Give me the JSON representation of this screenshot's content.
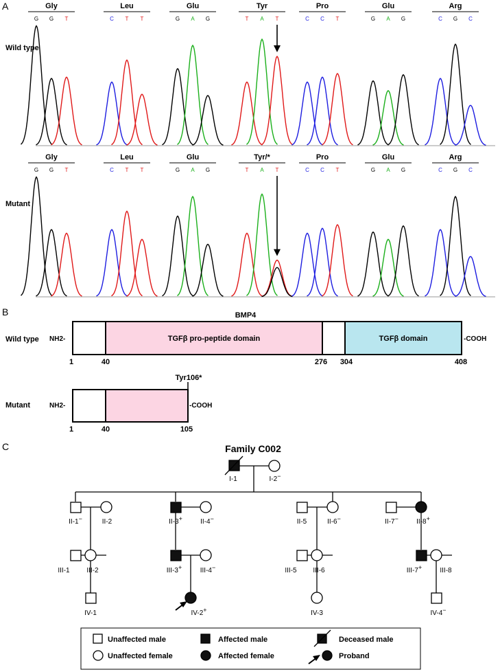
{
  "panel_a": {
    "label": "A",
    "tracks": [
      {
        "row_label": "Wild type",
        "codons": [
          {
            "aa": "Gly",
            "bases": [
              "G",
              "G",
              "T"
            ]
          },
          {
            "aa": "Leu",
            "bases": [
              "C",
              "T",
              "T"
            ]
          },
          {
            "aa": "Glu",
            "bases": [
              "G",
              "A",
              "G"
            ]
          },
          {
            "aa": "Tyr",
            "bases": [
              "T",
              "A",
              "T"
            ]
          },
          {
            "aa": "Pro",
            "bases": [
              "C",
              "C",
              "T"
            ]
          },
          {
            "aa": "Glu",
            "bases": [
              "G",
              "A",
              "G"
            ]
          },
          {
            "aa": "Arg",
            "bases": [
              "C",
              "G",
              "C"
            ]
          }
        ],
        "arrow_codon": 3,
        "arrow_base": 2,
        "peaks": [
          {
            "base": "G",
            "level": 0.98
          },
          {
            "base": "G",
            "level": 0.55
          },
          {
            "base": "T",
            "level": 0.56
          },
          {
            "base": "C",
            "level": 0.52
          },
          {
            "base": "T",
            "level": 0.7
          },
          {
            "base": "T",
            "level": 0.42
          },
          {
            "base": "G",
            "level": 0.63
          },
          {
            "base": "A",
            "level": 0.82
          },
          {
            "base": "G",
            "level": 0.41
          },
          {
            "base": "T",
            "level": 0.52
          },
          {
            "base": "A",
            "level": 0.87
          },
          {
            "base": "T",
            "level": 0.73
          },
          {
            "base": "C",
            "level": 0.52
          },
          {
            "base": "C",
            "level": 0.56
          },
          {
            "base": "T",
            "level": 0.59
          },
          {
            "base": "G",
            "level": 0.53
          },
          {
            "base": "A",
            "level": 0.45
          },
          {
            "base": "G",
            "level": 0.58
          },
          {
            "base": "C",
            "level": 0.55
          },
          {
            "base": "G",
            "level": 0.83
          },
          {
            "base": "C",
            "level": 0.33
          }
        ]
      },
      {
        "row_label": "Mutant",
        "codons": [
          {
            "aa": "Gly",
            "bases": [
              "G",
              "G",
              "T"
            ]
          },
          {
            "aa": "Leu",
            "bases": [
              "C",
              "T",
              "T"
            ]
          },
          {
            "aa": "Glu",
            "bases": [
              "G",
              "A",
              "G"
            ]
          },
          {
            "aa": "Tyr/*",
            "bases": [
              "T",
              "A",
              "T"
            ]
          },
          {
            "aa": "Pro",
            "bases": [
              "C",
              "C",
              "T"
            ]
          },
          {
            "aa": "Glu",
            "bases": [
              "G",
              "A",
              "G"
            ]
          },
          {
            "aa": "Arg",
            "bases": [
              "C",
              "G",
              "C"
            ]
          }
        ],
        "arrow_codon": 3,
        "arrow_base": 2,
        "peaks": [
          {
            "base": "G",
            "level": 0.98
          },
          {
            "base": "G",
            "level": 0.55
          },
          {
            "base": "T",
            "level": 0.52
          },
          {
            "base": "C",
            "level": 0.55
          },
          {
            "base": "T",
            "level": 0.7
          },
          {
            "base": "T",
            "level": 0.47
          },
          {
            "base": "G",
            "level": 0.66
          },
          {
            "base": "A",
            "level": 0.82
          },
          {
            "base": "G",
            "level": 0.43
          },
          {
            "base": "T",
            "level": 0.52
          },
          {
            "base": "A",
            "level": 0.84
          },
          {
            "base": "T",
            "level": 0.3,
            "overlay": "G",
            "overlay_level": 0.24
          },
          {
            "base": "C",
            "level": 0.52
          },
          {
            "base": "C",
            "level": 0.56
          },
          {
            "base": "T",
            "level": 0.59
          },
          {
            "base": "G",
            "level": 0.53
          },
          {
            "base": "A",
            "level": 0.47
          },
          {
            "base": "G",
            "level": 0.58
          },
          {
            "base": "C",
            "level": 0.55
          },
          {
            "base": "G",
            "level": 0.82
          },
          {
            "base": "C",
            "level": 0.33
          }
        ]
      }
    ],
    "base_colors": {
      "G": "#000000",
      "A": "#1aaf1a",
      "T": "#e01818",
      "C": "#1c1ce0"
    }
  },
  "panel_b": {
    "label": "B",
    "protein_title": "BMP4",
    "wild": {
      "row_label": "Wild type",
      "n_term": "NH2-",
      "c_term": "-COOH",
      "domains": [
        "TGFβ pro-peptide domain",
        "TGFβ domain"
      ],
      "positions": [
        "1",
        "40",
        "276",
        "304",
        "408"
      ]
    },
    "mutant": {
      "row_label": "Mutant",
      "n_term": "NH2-",
      "c_term": "-COOH",
      "stop_label": "Tyr106*",
      "positions": [
        "1",
        "40",
        "105"
      ]
    },
    "colors": {
      "propeptide": "#fcd5e3",
      "tgfb": "#b9e6ef"
    }
  },
  "panel_c": {
    "label": "C",
    "family_title": "Family C002",
    "individuals": {
      "I-1": {
        "id": "I-1",
        "sign": ""
      },
      "I-2": {
        "id": "I-2",
        "sign": "−"
      },
      "II-1": {
        "id": "II-1",
        "sign": "−"
      },
      "II-2": {
        "id": "II-2",
        "sign": ""
      },
      "II-3": {
        "id": "II-3",
        "sign": "+"
      },
      "II-4": {
        "id": "II-4",
        "sign": "−"
      },
      "II-5": {
        "id": "II-5",
        "sign": ""
      },
      "II-6": {
        "id": "II-6",
        "sign": "−"
      },
      "II-7": {
        "id": "II-7",
        "sign": "−"
      },
      "II-8": {
        "id": "II-8",
        "sign": "+"
      },
      "III-1": {
        "id": "III-1",
        "sign": ""
      },
      "III-2": {
        "id": "III-2",
        "sign": ""
      },
      "III-3": {
        "id": "III-3",
        "sign": "+"
      },
      "III-4": {
        "id": "III-4",
        "sign": "−"
      },
      "III-5": {
        "id": "III-5",
        "sign": ""
      },
      "III-6": {
        "id": "III-6",
        "sign": ""
      },
      "III-7": {
        "id": "III-7",
        "sign": "+"
      },
      "III-8": {
        "id": "III-8",
        "sign": ""
      },
      "IV-1": {
        "id": "IV-1",
        "sign": ""
      },
      "IV-2": {
        "id": "IV-2",
        "sign": "+"
      },
      "IV-3": {
        "id": "IV-3",
        "sign": ""
      },
      "IV-4": {
        "id": "IV-4",
        "sign": "−"
      }
    },
    "legend": {
      "unaffected_male": "Unaffected male",
      "affected_male": "Affected male",
      "deceased_male": "Deceased male",
      "unaffected_female": "Unaffected female",
      "affected_female": "Affected female",
      "proband": "Proband"
    }
  }
}
